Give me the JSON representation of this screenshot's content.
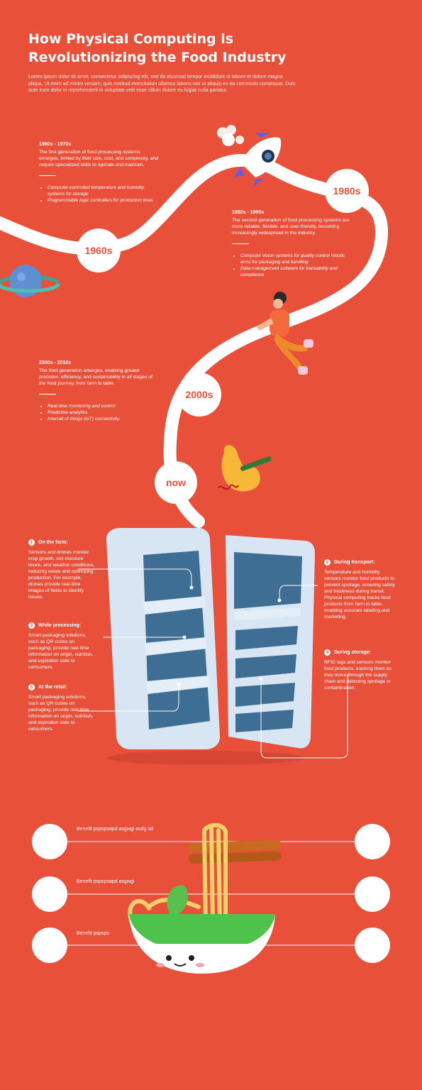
{
  "header": {
    "title_line1": "How Physical Computing is",
    "title_line2": "Revolutionizing the Food Industry",
    "intro": "Lorem ipsum dolor sit amet, consectetur adipiscing elit, sed do eiusmod tempor incididunt ut labore et dolore magna aliqua. Ut enim ad minim veniam, quis nostrud exercitation ullamco laboris nisi ut aliquip ex ea commodo consequat. Duis aute irure dolor in reprehenderit in voluptate velit esse cillum dolore eu fugiat nulla pariatur."
  },
  "timeline": {
    "bubbles": [
      "1960s",
      "1980s",
      "2000s",
      "now"
    ],
    "eras": [
      {
        "title": "1960s - 1970s",
        "desc": "The first generation of food processing systems emerges, limited by their size, cost, and complexity, and require specialized skills to operate and maintain.",
        "items": [
          "Computer-controlled temperature and humidity systems for storage",
          "Programmable logic controllers for production lines."
        ]
      },
      {
        "title": "1980s - 1990s",
        "desc": "The second generation of food processing systems are more reliable, flexible, and user-friendly, becoming increasingly widespread in the industry.",
        "items": [
          "Computer vision systems for quality control robotic arms for packaging and handling",
          "Data management software for traceability and compliance"
        ]
      },
      {
        "title": "2000s - 2010s",
        "desc": "The third generation emerges, enabling greater precision, efficiency, and sustainability in all stages of the food journey, from farm to table.",
        "items": [
          "Real-time monitoring and control",
          "Predictive analytics",
          "Internet of things (IoT) connectivity."
        ]
      }
    ]
  },
  "fridge": {
    "facts": [
      {
        "num": "1",
        "title": "On the farm:",
        "desc": "Sensors and drones monitor crop growth, soil moisture levels, and weather conditions, reducing waste and optimizing production. For example, drones provide real-time images of fields to identify issues."
      },
      {
        "num": "2",
        "title": "During transport:",
        "desc": "Temperature and humidity sensors monitor food products to prevent spoilage, ensuring safety and freshness during transit. Physical computing tracks food products from farm to table, enabling accurate labeling and marketing."
      },
      {
        "num": "3",
        "title": "While processing:",
        "desc": "Smart packaging solutions, such as QR codes on packaging, provide real-time information on origin, nutrition, and expiration date to consumers."
      },
      {
        "num": "4",
        "title": "During storage:",
        "desc": "RFID tags and sensors monitor food products, tracking them as they move through the supply chain and detecting spoilage or contamination."
      },
      {
        "num": "5",
        "title": "At the retail:",
        "desc": "Smart packaging solutions, such as QR codes on packaging, provide real-time information on origin, nutrition, and expiration date to consumers."
      }
    ]
  },
  "benefits": [
    "Benefit pspspsapd asgwgi osdg sd",
    "Benefit pspspsapd asgwgi",
    "Benefit pspsps"
  ],
  "colors": {
    "background": "#E8503A",
    "white": "#FFFFFF",
    "fridge": "#D8E6F3",
    "fridge_inner": "#3F6E95"
  }
}
